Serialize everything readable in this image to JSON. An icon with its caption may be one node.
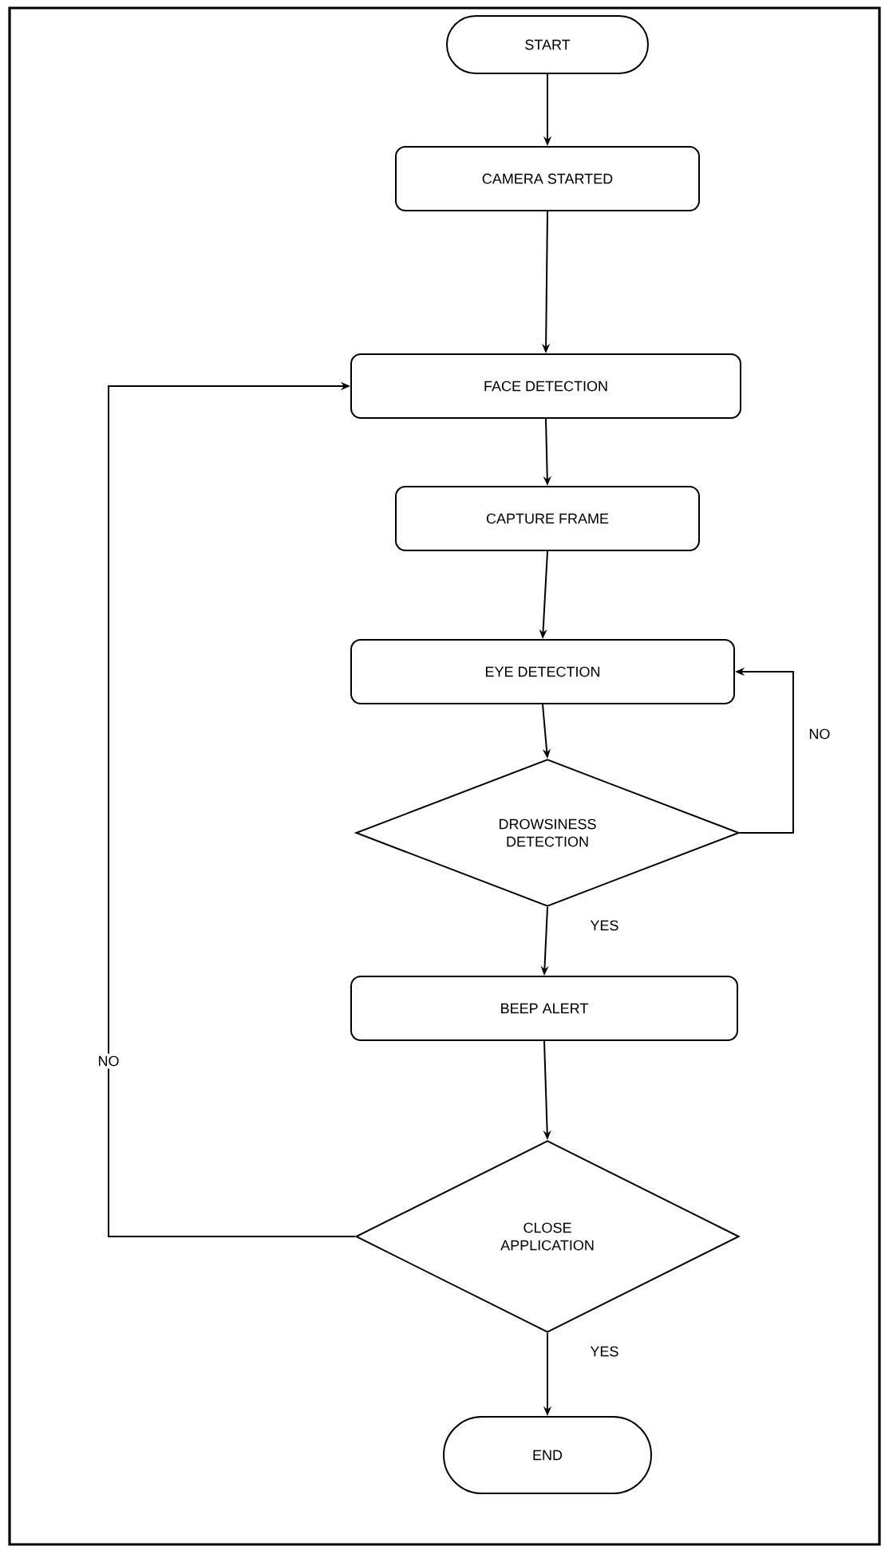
{
  "diagram": {
    "nodes": [
      {
        "text": [
          "START"
        ]
      },
      {
        "text": [
          "CAMERA STARTED"
        ]
      },
      {
        "text": [
          "FACE DETECTION"
        ]
      },
      {
        "text": [
          "CAPTURE FRAME"
        ]
      },
      {
        "text": [
          "EYE DETECTION"
        ]
      },
      {
        "text": [
          "DROWSINESS DETECTION"
        ]
      },
      {
        "text": [
          "BEEP ALERT"
        ]
      },
      {
        "text": [
          "CLOSE APPLICATION"
        ]
      },
      {
        "text": [
          "END"
        ]
      }
    ],
    "edges": [
      {
        "from": 0,
        "to": 1,
        "arrow": "to"
      },
      {
        "from": 1,
        "to": 2,
        "arrow": "to"
      },
      {
        "from": 2,
        "to": 3,
        "arrow": "to"
      },
      {
        "from": 3,
        "to": 4,
        "arrow": "to"
      },
      {
        "from": 4,
        "to": 5,
        "arrow": "to"
      },
      {
        "from": 5,
        "to": 4,
        "arrow": "to",
        "label": "NO"
      },
      {
        "from": 5,
        "to": 6,
        "arrow": "to",
        "label": "YES"
      },
      {
        "from": 6,
        "to": 7,
        "arrow": "to"
      },
      {
        "from": 7,
        "to": 2,
        "arrow": "to",
        "label": "NO"
      },
      {
        "from": 7,
        "to": 8,
        "arrow": "to",
        "label": "YES"
      }
    ]
  }
}
